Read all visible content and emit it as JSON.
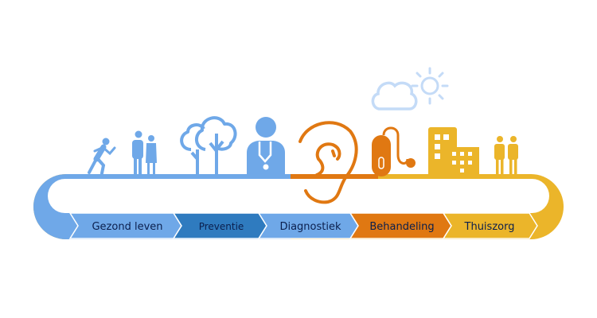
{
  "colors": {
    "light_blue": "#6fa8e8",
    "dark_blue": "#2f7bbf",
    "orange": "#e07812",
    "yellow": "#ebb52a",
    "sky": "#c4dbf7",
    "text": "#0b1f4d"
  },
  "stages": [
    {
      "label": "Gezond leven",
      "icon": "runner-and-couple-icon"
    },
    {
      "label": "Preventie",
      "icon": "trees-icon"
    },
    {
      "label": "Diagnostiek",
      "icon": "doctor-icon"
    },
    {
      "label": "Behandeling",
      "icon": "ear-hearing-aid-icon"
    },
    {
      "label": "Thuiszorg",
      "icon": "building-and-people-icon"
    }
  ]
}
